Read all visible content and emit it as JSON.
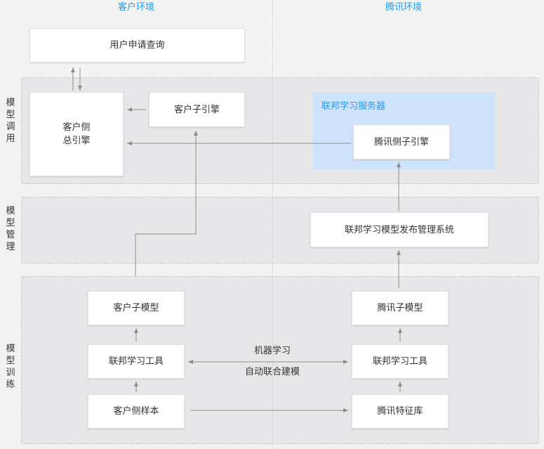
{
  "environments": {
    "client": "客户环境",
    "tencent": "腾讯环境"
  },
  "zones": {
    "invoke": "模\n型\n调\n用",
    "manage": "模\n型\n管\n理",
    "train": "模\n型\n训\n练"
  },
  "boxes": {
    "user_query": "用户申请查询",
    "client_master_engine": "客户侧\n总引擎",
    "client_sub_engine": "客户子引擎",
    "fed_server_title": "联邦学习服务器",
    "tencent_sub_engine": "腾讯侧子引擎",
    "fed_model_mgmt": "联邦学习模型发布管理系统",
    "client_sub_model": "客户子模型",
    "tencent_sub_model": "腾讯子模型",
    "client_fl_tool": "联邦学习工具",
    "tencent_fl_tool": "联邦学习工具",
    "client_samples": "客户侧样本",
    "tencent_features": "腾讯特征库"
  },
  "annotations": {
    "ml": "机器学习",
    "auto_joint": "自动联合建模"
  },
  "colors": {
    "accent": "#1f9be8",
    "fed_server_bg": "#cfe3fd",
    "arrow": "#8c8c8c"
  }
}
